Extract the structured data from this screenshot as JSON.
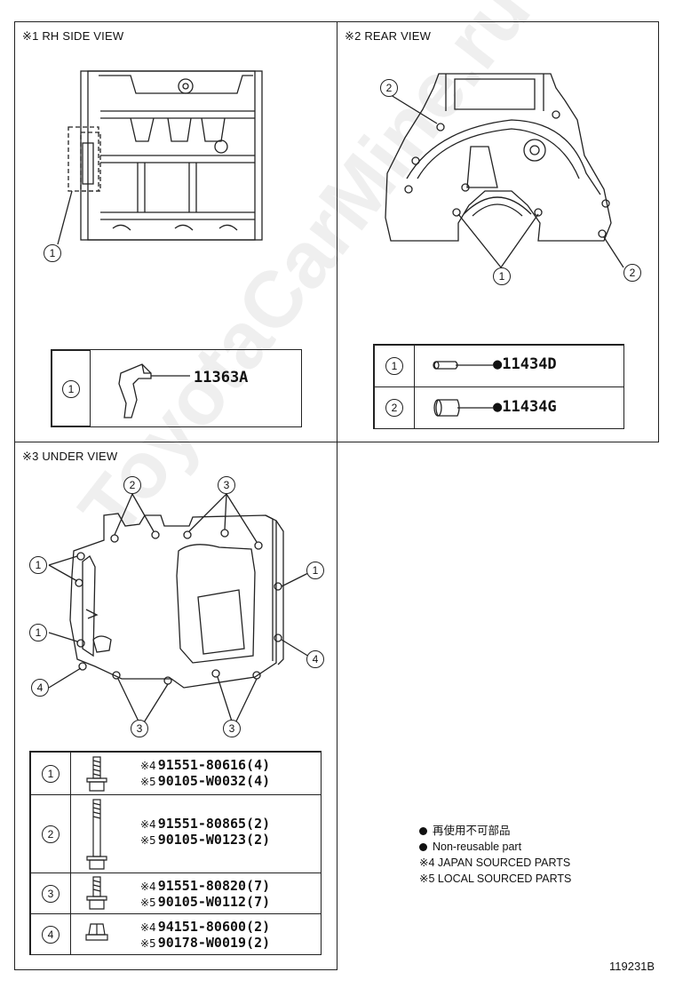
{
  "views": {
    "rh_side": {
      "title": "※1 RH SIDE VIEW"
    },
    "rear": {
      "title": "※2 REAR VIEW"
    },
    "under": {
      "title": "※3 UNDER VIEW"
    }
  },
  "callout_numbers": [
    "1",
    "2",
    "3",
    "4"
  ],
  "rh_side_table": [
    {
      "ref": "1",
      "part": "11363A"
    }
  ],
  "rear_table": [
    {
      "ref": "1",
      "part": "11434D",
      "marker": "●"
    },
    {
      "ref": "2",
      "part": "11434G",
      "marker": "●"
    }
  ],
  "under_table": [
    {
      "ref": "1",
      "japan_mark": "※4",
      "japan": "91551-80616(4)",
      "local_mark": "※5",
      "local": "90105-W0032(4)"
    },
    {
      "ref": "2",
      "japan_mark": "※4",
      "japan": "91551-80865(2)",
      "local_mark": "※5",
      "local": "90105-W0123(2)"
    },
    {
      "ref": "3",
      "japan_mark": "※4",
      "japan": "91551-80820(7)",
      "local_mark": "※5",
      "local": "90105-W0112(7)"
    },
    {
      "ref": "4",
      "japan_mark": "※4",
      "japan": "94151-80600(2)",
      "local_mark": "※5",
      "local": "90178-W0019(2)"
    }
  ],
  "legend": {
    "non_reusable_jp": "再使用不可部品",
    "non_reusable_en": "Non-reusable part",
    "note4": "※4 JAPAN SOURCED PARTS",
    "note5": "※5 LOCAL SOURCED PARTS"
  },
  "figure_number": "119231B",
  "watermark": "ToyotaCarMine.ru"
}
